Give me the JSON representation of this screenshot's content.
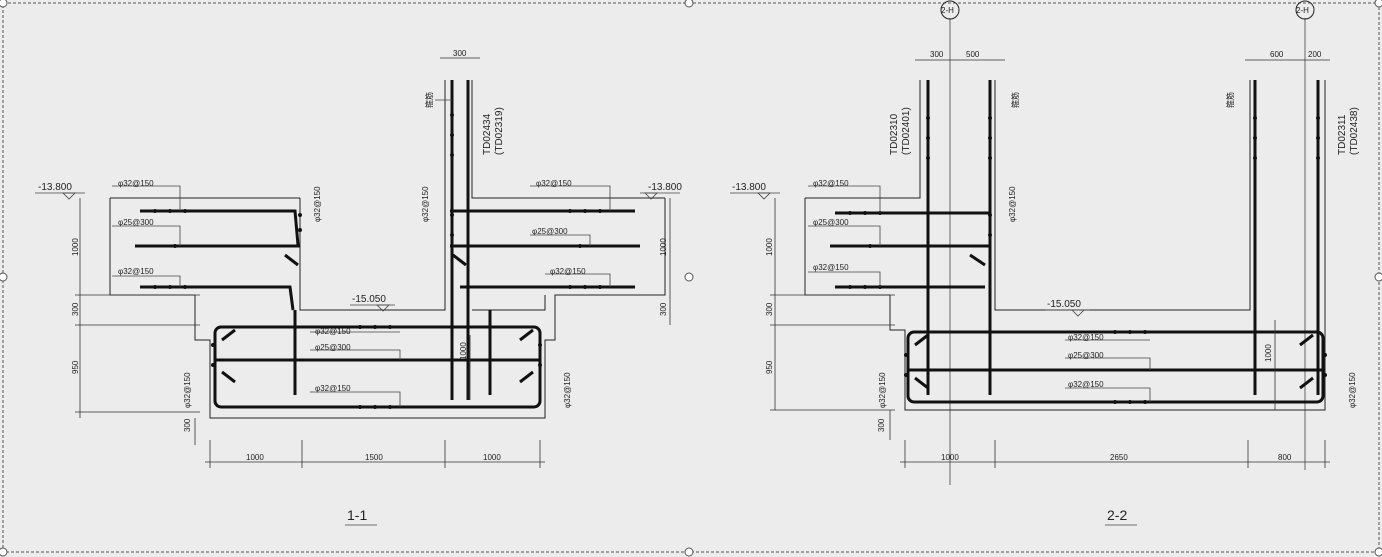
{
  "section_1": {
    "title": "1-1",
    "elev_left": "-13.800",
    "elev_right": "-13.800",
    "elev_mid": "-15.050",
    "wall_id": "TD02434",
    "wall_id_alt": "(TD02319)",
    "wall_top_dim": "300",
    "bars": {
      "top_left_1": "φ32@150",
      "top_left_2": "φ25@300",
      "top_left_3": "φ32@150",
      "top_right_1": "φ32@150",
      "top_right_2": "φ25@300",
      "top_right_3": "φ32@150",
      "pit_1": "φ32@150",
      "pit_2": "φ25@300",
      "pit_3": "φ32@150",
      "wall_left": "φ32@150",
      "wall_right": "φ32@150",
      "side_left": "φ32@150",
      "side_right": "φ32@150",
      "left_side_top": "φ32@150"
    },
    "dims": {
      "h1000": "1000",
      "h300": "300",
      "h950": "950",
      "h300b": "300",
      "r1000": "1000",
      "r300": "300",
      "pit1000": "1000",
      "b1": "1000",
      "b2": "1500",
      "b3": "1000"
    },
    "rebar_note": "箍筋"
  },
  "section_2": {
    "title": "2-2",
    "elev_left": "-13.800",
    "elev_mid": "-15.050",
    "wall_id_left": "TD02310",
    "wall_id_left_alt": "(TD02401)",
    "wall_id_right": "TD02311",
    "wall_id_right_alt": "(TD02438)",
    "axis_left": "2-H",
    "axis_right": "2-H",
    "top_dims_left": [
      "300",
      "500"
    ],
    "top_dims_right": [
      "600",
      "200"
    ],
    "bars": {
      "top_1": "φ32@150",
      "top_2": "φ25@300",
      "top_3": "φ32@150",
      "pit_1": "φ32@150",
      "pit_2": "φ25@300",
      "pit_3": "φ32@150",
      "wall": "φ32@150",
      "side_left": "φ32@150",
      "side_right": "φ32@150"
    },
    "dims": {
      "h1000": "1000",
      "h300": "300",
      "h950": "950",
      "h300b": "300",
      "pit1000": "1000",
      "b1": "1000",
      "b2": "2650",
      "b3": "800"
    },
    "rebar_note": "箍筋"
  }
}
